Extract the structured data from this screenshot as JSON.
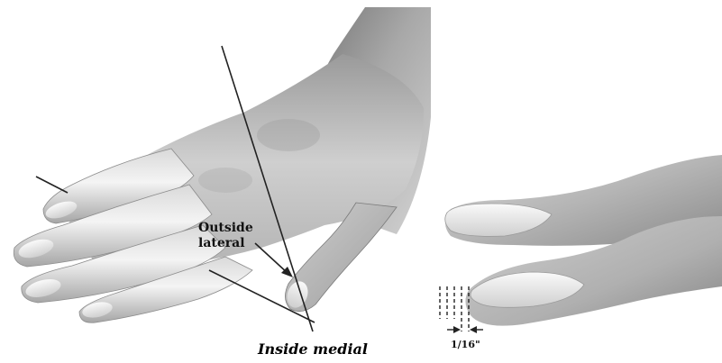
{
  "labels": {
    "outside_line1": "Outside",
    "outside_line2": "lateral",
    "inside": "Inside medial",
    "measure": "1/16\""
  },
  "colors": {
    "skin_light": "#ededed",
    "skin_mid": "#b9b9b9",
    "skin_dark": "#6f6f6f",
    "line": "#222222",
    "background": "#ffffff"
  }
}
